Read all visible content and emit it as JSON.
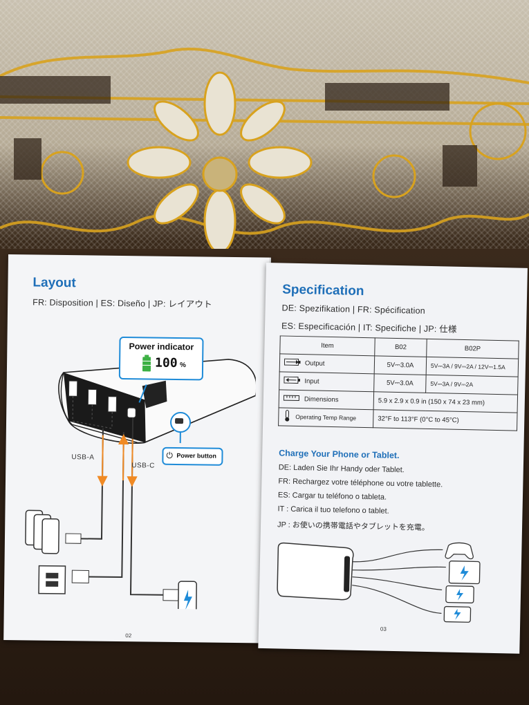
{
  "left_page": {
    "title": "Layout",
    "subtitle": "FR: Disposition  |  ES: Diseño  |  JP: レイアウト",
    "power_indicator": {
      "label": "Power indicator",
      "value": "100",
      "unit": "%"
    },
    "power_button_label": "Power button",
    "usb_a_label": "USB-A",
    "usb_c_label": "USB-C",
    "page_number": "02"
  },
  "right_page": {
    "title": "Specification",
    "sub1": "DE: Spezifikation  |  FR: Spécification",
    "sub2": "ES: Especificación  |  IT: Specifiche  |  JP: 仕様",
    "table": {
      "headers": [
        "Item",
        "B02",
        "B02P"
      ],
      "rows": [
        {
          "item": "Output",
          "icon": "battery-output-icon",
          "b02": "5V⎓3.0A",
          "b02p": "5V⎓3A / 9V⎓2A / 12V⎓1.5A"
        },
        {
          "item": "Input",
          "icon": "battery-input-icon",
          "b02": "5V⎓3.0A",
          "b02p": "5V⎓3A / 9V⎓2A"
        },
        {
          "item": "Dimensions",
          "icon": "ruler-icon",
          "merged": "5.9 x 2.9 x 0.9 in (150 x 74 x 23 mm)"
        },
        {
          "item": "Operating Temp Range",
          "icon": "thermometer-icon",
          "merged": "32°F to 113°F (0°C to 45°C)"
        }
      ]
    },
    "charge": {
      "title": "Charge Your Phone or Tablet.",
      "lines": [
        "DE: Laden Sie Ihr Handy oder Tablet.",
        "FR: Rechargez votre téléphone ou votre  tablette.",
        "ES: Cargar tu teléfono o tableta.",
        "IT  : Carica il tuo telefono o tablet.",
        "JP  : お使いの携帯電話やタブレットを充電。"
      ]
    },
    "page_number": "03"
  },
  "colors": {
    "accent": "#1f6fb8",
    "callout": "#1e8bd8",
    "arrow": "#f08a24",
    "battery_green": "#3cb043"
  }
}
